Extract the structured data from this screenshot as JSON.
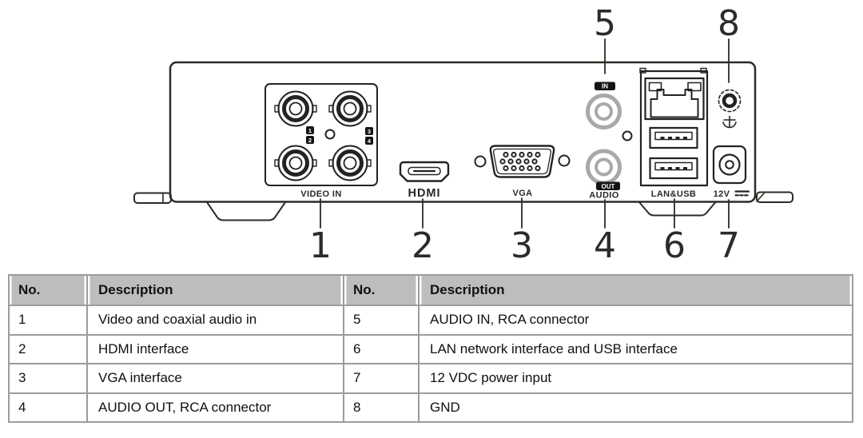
{
  "diagram": {
    "labels": {
      "video_in": "VIDEO IN",
      "hdmi": "HDMI",
      "vga": "VGA",
      "audio": "AUDIO",
      "in_badge": "IN",
      "out_badge": "OUT",
      "lan_usb": "LAN&USB",
      "power": "12V",
      "ch1": "1",
      "ch2": "2",
      "ch3": "3",
      "ch4": "4"
    },
    "callouts_top": [
      "5",
      "8"
    ],
    "callouts_bottom": [
      "1",
      "2",
      "3",
      "4",
      "6",
      "7"
    ]
  },
  "table": {
    "headers": [
      "No.",
      "Description",
      "No.",
      "Description"
    ],
    "rows": [
      [
        "1",
        "Video and coaxial audio in",
        "5",
        "AUDIO IN, RCA connector"
      ],
      [
        "2",
        "HDMI interface",
        "6",
        "LAN network interface and USB interface"
      ],
      [
        "3",
        "VGA interface",
        "7",
        "12 VDC power input"
      ],
      [
        "4",
        "AUDIO OUT, RCA connector",
        "8",
        "GND"
      ]
    ]
  },
  "colors": {
    "line": "#2e2a26",
    "rca_ring": "#a9a9a9",
    "table_border": "#9c9c9c",
    "header_fill": "#bdbdbd"
  }
}
